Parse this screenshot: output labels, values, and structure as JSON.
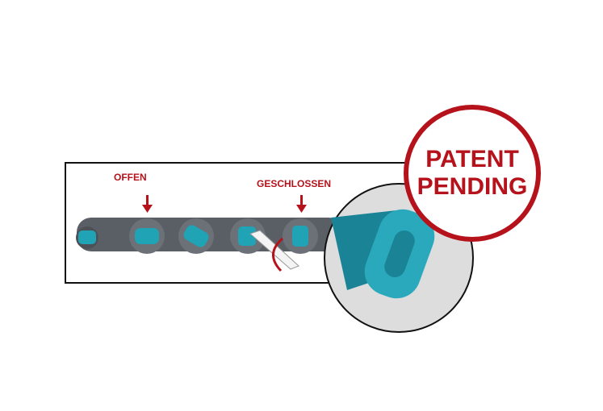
{
  "labels": {
    "open": "OFFEN",
    "closed": "GESCHLOSSEN"
  },
  "badge": {
    "line1": "PATENT",
    "line2": "PENDING"
  },
  "colors": {
    "accent": "#b5121b",
    "teal": "#1fa3b5",
    "chain": "#5a5f66"
  }
}
